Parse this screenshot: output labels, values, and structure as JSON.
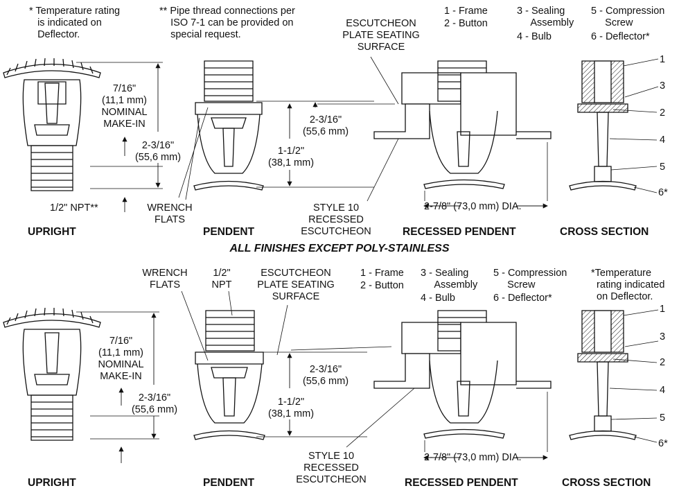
{
  "top": {
    "note_upright": "* Temperature rating\n   is indicated on\n   Deflector.",
    "note_pendent": "** Pipe thread connections per\n    ISO 7-1 can be provided on\n    special request.",
    "escutcheon_surface": "ESCUTCHEON\nPLATE SEATING\nSURFACE",
    "legend": {
      "frame": "1 - Frame",
      "button": "2 - Button",
      "sealing": "3 - Sealing\n     Assembly",
      "bulb": "4 - Bulb",
      "compression": "5 - Compression\n     Screw",
      "deflector": "6 - Deflector*"
    },
    "make_in": "7/16\"\n(11,1 mm)\nNOMINAL\nMAKE-IN",
    "height_upright": "2-3/16\"\n(55,6 mm)",
    "npt": "1/2\" NPT**",
    "wrench_flats": "WRENCH\nFLATS",
    "height_pendent": "2-3/16\"\n(55,6 mm)",
    "pendent_15": "1-1/2\"\n(38,1 mm)",
    "style10": "STYLE 10\nRECESSED\nESCUTCHEON",
    "dia": "2-7/8\" (73,0 mm) DIA.",
    "callouts": [
      "1",
      "3",
      "2",
      "4",
      "5",
      "6*"
    ],
    "captions": {
      "upright": "UPRIGHT",
      "pendent": "PENDENT",
      "recessed": "RECESSED PENDENT",
      "cross": "CROSS SECTION"
    }
  },
  "section_title": "ALL FINISHES EXCEPT POLY-STAINLESS",
  "bottom": {
    "wrench_flats": "WRENCH\nFLATS",
    "npt": "1/2\"\nNPT",
    "escutcheon_surface": "ESCUTCHEON\nPLATE SEATING\nSURFACE",
    "legend": {
      "frame": "1 - Frame",
      "button": "2 - Button",
      "sealing": "3 - Sealing\n     Assembly",
      "bulb": "4 - Bulb",
      "compression": "5 - Compression\n     Screw",
      "deflector": "6 - Deflector*"
    },
    "temp_note": "*Temperature\n  rating indicated\n  on Deflector.",
    "make_in": "7/16\"\n(11,1 mm)\nNOMINAL\nMAKE-IN",
    "height_upright": "2-3/16\"\n(55,6 mm)",
    "height_pendent": "2-3/16\"\n(55,6 mm)",
    "pendent_15": "1-1/2\"\n(38,1 mm)",
    "style10": "STYLE 10\nRECESSED\nESCUTCHEON",
    "dia": "2-7/8\" (73,0 mm) DIA.",
    "callouts": [
      "1",
      "3",
      "2",
      "4",
      "5",
      "6*"
    ],
    "captions": {
      "upright": "UPRIGHT",
      "pendent": "PENDENT",
      "recessed": "RECESSED PENDENT",
      "cross": "CROSS SECTION"
    }
  }
}
